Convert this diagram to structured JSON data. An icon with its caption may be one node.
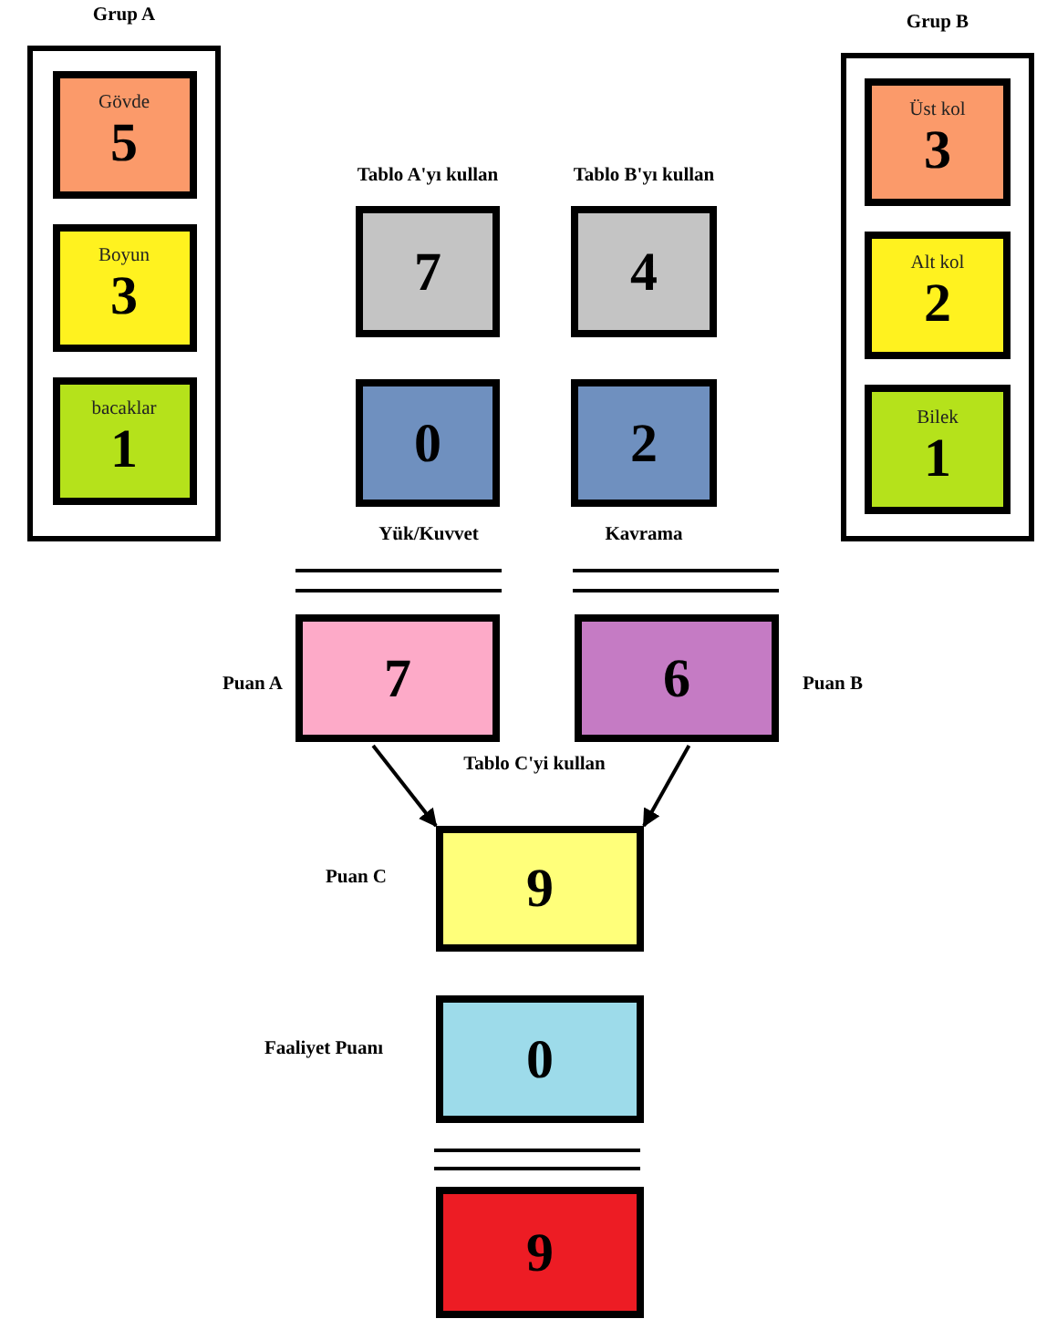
{
  "diagram": {
    "nodes": [
      {
        "text": [
          "Grup A"
        ]
      },
      {
        "text": [
          "Gövde",
          "5"
        ],
        "in": 0
      },
      {
        "text": [
          "Boyun",
          "3"
        ],
        "in": 0
      },
      {
        "text": [
          "bacaklar",
          "1"
        ],
        "in": 0
      },
      {
        "text": [
          "Grup B"
        ]
      },
      {
        "text": [
          "Üst kol",
          "3"
        ],
        "in": 4
      },
      {
        "text": [
          "Alt kol",
          "2"
        ],
        "in": 4
      },
      {
        "text": [
          "Bilek",
          "1"
        ],
        "in": 4
      },
      {
        "text": [
          "Tablo A'yı kullan",
          "7"
        ]
      },
      {
        "text": [
          "Tablo B'yı kullan",
          "4"
        ]
      },
      {
        "text": [
          "0"
        ]
      },
      {
        "text": [
          "2"
        ]
      },
      {
        "text": [
          "7"
        ],
        "beside": [
          "Puan A"
        ]
      },
      {
        "text": [
          "6"
        ],
        "beside": [
          "Puan B"
        ]
      },
      {
        "text": [
          "9"
        ],
        "beside": [
          "Puan C"
        ]
      },
      {
        "text": [
          "0"
        ],
        "beside": [
          "Faaliyet Puanı"
        ]
      },
      {
        "text": [
          "9"
        ]
      }
    ],
    "edges": [
      {
        "from": 12,
        "to": 14,
        "arrow": "to"
      },
      {
        "from": 13,
        "to": 14,
        "arrow": "to"
      }
    ],
    "labels": [
      "Yük/Kuvvet",
      "Kavrama",
      "Tablo C'yi kullan"
    ]
  }
}
